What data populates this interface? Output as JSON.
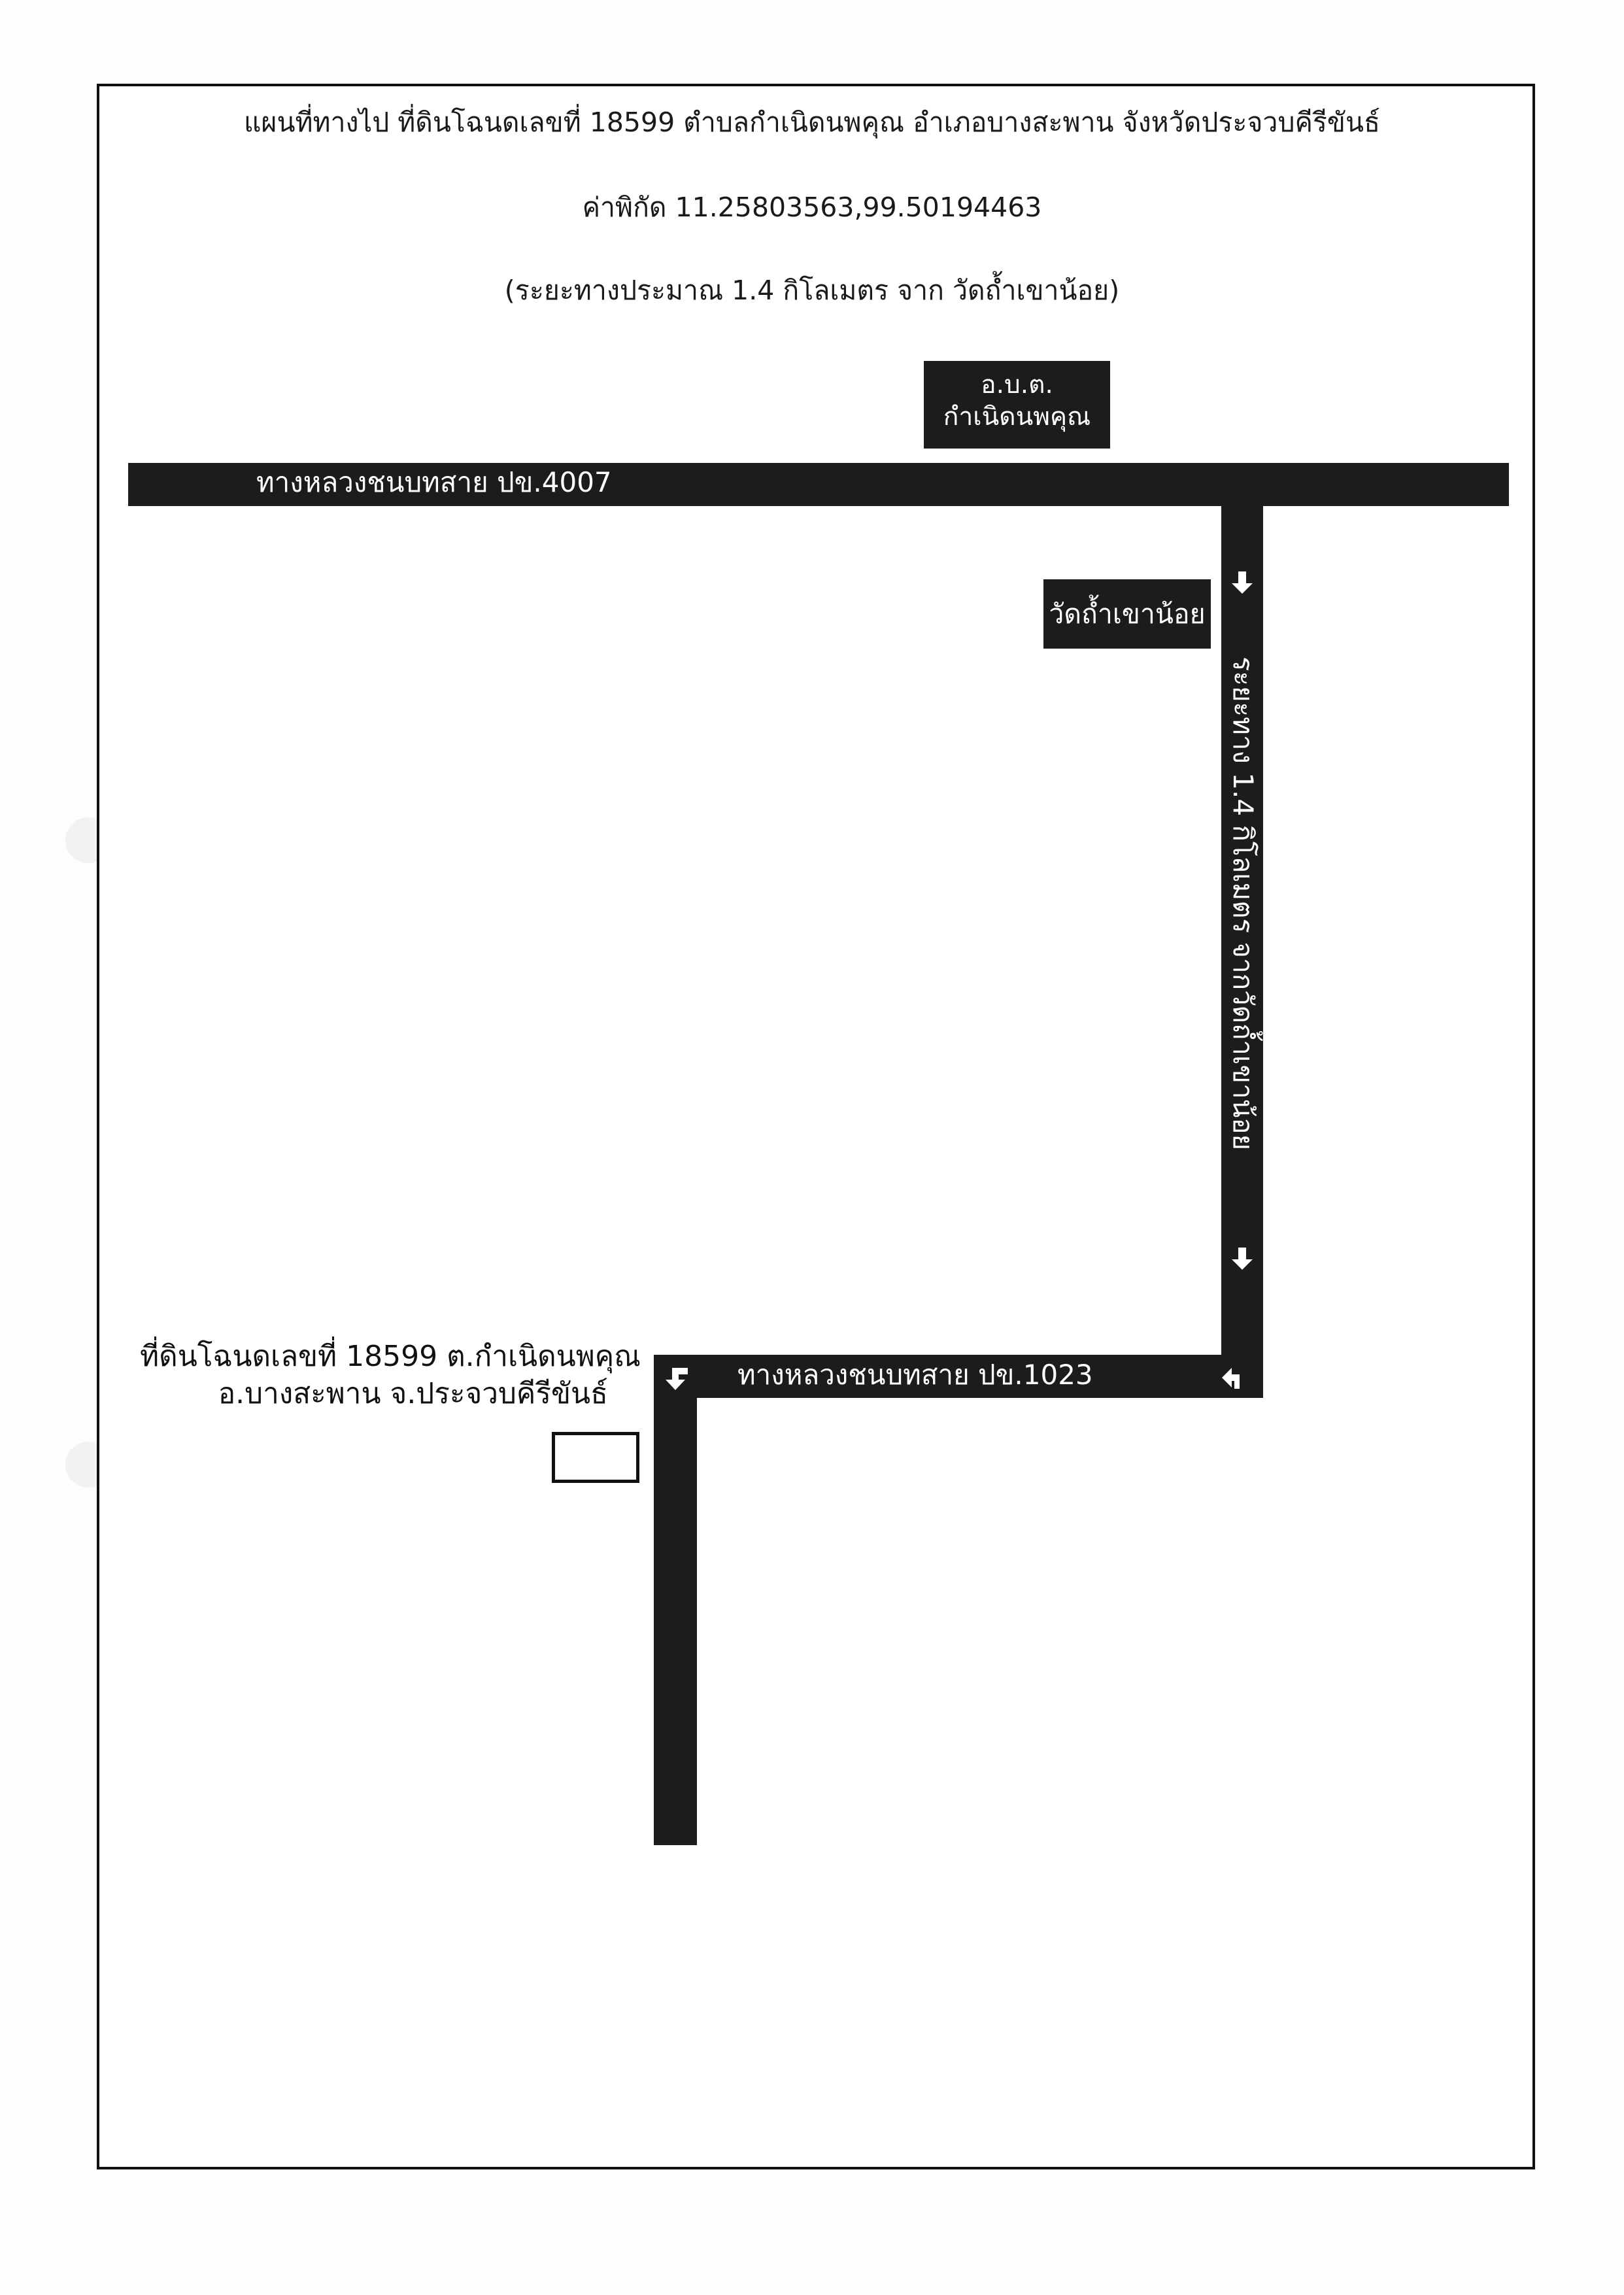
{
  "header": {
    "title": "แผนที่ทางไป ที่ดินโฉนดเลขที่ 18599 ตำบลกำเนิดนพคุณ อำเภอบางสะพาน จังหวัดประจวบคีรีขันธ์",
    "coordinates": "ค่าพิกัด 11.25803563,99.50194463",
    "distance_note": "(ระยะทางประมาณ 1.4 กิโลเมตร จาก วัดถ้ำเขาน้อย)"
  },
  "map": {
    "landmark_obt_line1": "อ.บ.ต.",
    "landmark_obt_line2": "กำเนิดนพคุณ",
    "road_top_label": "ทางหลวงชนบทสาย ปข.4007",
    "temple_label": "วัดถ้ำเขาน้อย",
    "vertical_road_label": "ระยะทาง 1.4 กิโลเมตร จากวัดถ้ำเขาน้อย",
    "road_bottom_label": "ทางหลวงชนบทสาย ปข.1023",
    "plot_label_line1": "ที่ดินโฉนดเลขที่ 18599 ต.กำเนิดนพคุณ",
    "plot_label_line2": "อ.บางสะพาน จ.ประจวบคีรีขันธ์"
  },
  "colors": {
    "road": "#1c1c1c",
    "road_text": "#ffffff",
    "text": "#111111"
  }
}
